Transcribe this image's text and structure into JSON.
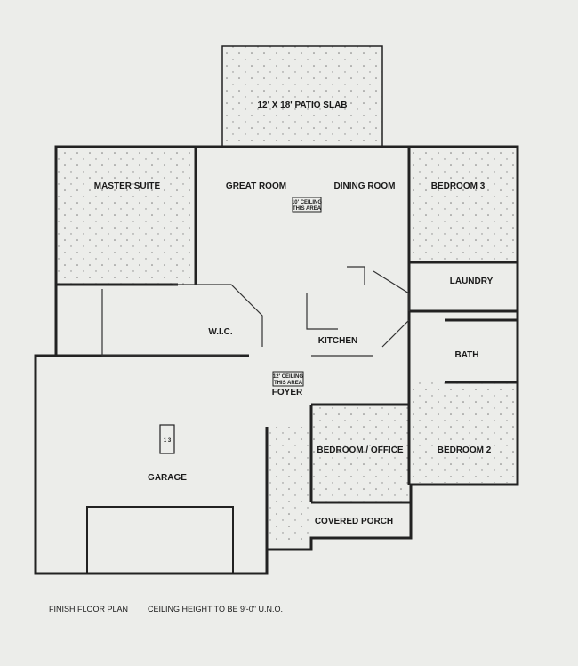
{
  "plan": {
    "rooms": {
      "patio": "12' X 18' PATIO SLAB",
      "master_suite": "MASTER SUITE",
      "great_room": "GREAT ROOM",
      "dining_room": "DINING ROOM",
      "bedroom3": "BEDROOM 3",
      "laundry": "LAUNDRY",
      "wic": "W.I.C.",
      "kitchen": "KITCHEN",
      "bath": "BATH",
      "foyer": "FOYER",
      "bedroom_office": "BEDROOM / OFFICE",
      "bedroom2": "BEDROOM 2",
      "garage": "GARAGE",
      "covered_porch": "COVERED PORCH"
    },
    "notes": {
      "ceiling10_a": "10' CEILING",
      "ceiling10_b": "THIS AREA",
      "ceiling12_a": "12' CEILING",
      "ceiling12_b": "THIS AREA"
    },
    "garage_mark": "1 3"
  },
  "footer": {
    "title": "FINISH FLOOR PLAN",
    "note": "CEILING HEIGHT TO BE 9'-0\" U.N.O."
  }
}
